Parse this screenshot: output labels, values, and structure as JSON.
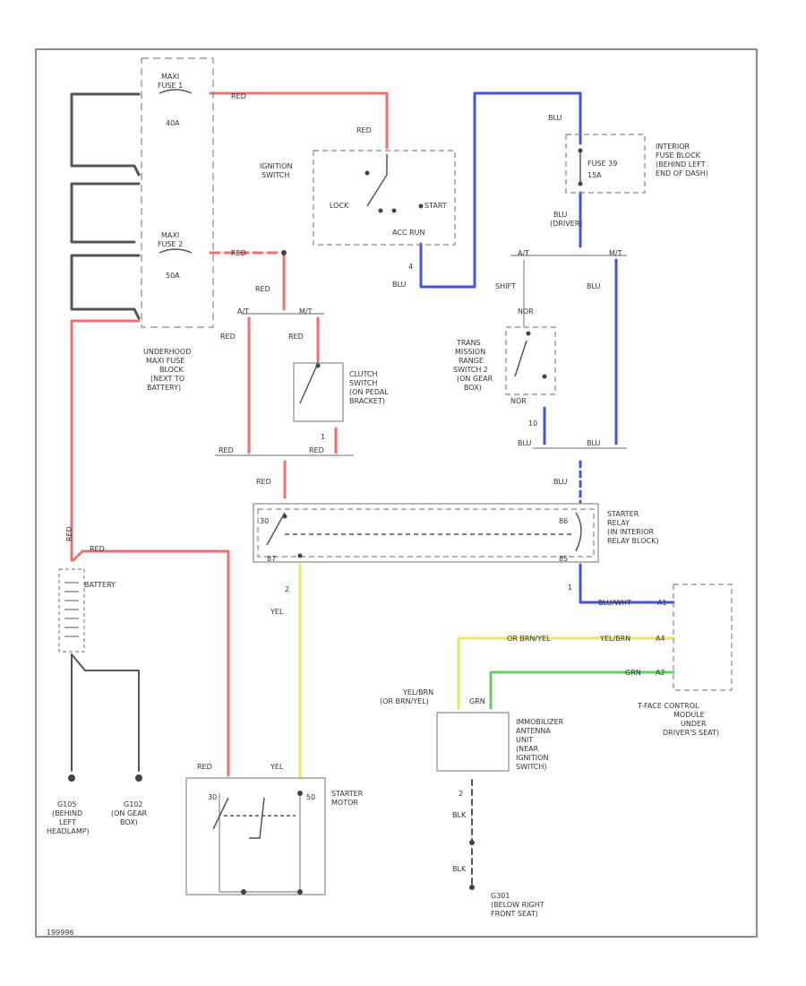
{
  "colors": {
    "red": "#f07070",
    "blue": "#4455dd",
    "yellow": "#e8e860",
    "green": "#66cc66",
    "black": "#555555",
    "box": "#888888"
  },
  "labels": {
    "maxi1": [
      "MAXI",
      "FUSE 1"
    ],
    "maxi1_amp": "40A",
    "maxi2": [
      "MAXI",
      "FUSE 2"
    ],
    "maxi2_amp": "50A",
    "red_top": "RED",
    "red_ign": "RED",
    "ign_switch": [
      "IGNITION",
      "SWITCH"
    ],
    "lock": "LOCK",
    "start": "START",
    "acc_run": "ACC RUN",
    "ign_pin": "4",
    "blu_ign": "BLU",
    "blu_fuse": "BLU",
    "fuse_block": [
      "INTERIOR",
      "FUSE BLOCK",
      "(BEHIND LEFT",
      "END OF DASH)"
    ],
    "fuse39": "FUSE 39",
    "fuse39_amp": "15A",
    "blu_driver": [
      "BLU",
      "(DRIVER)"
    ],
    "at": "A/T",
    "mt_r": "M/T",
    "shift": "SHIFT",
    "blu_right": "BLU",
    "trans_switch": [
      "TRANS",
      "MISSION",
      "RANGE",
      "SWITCH 2",
      "(ON GEAR",
      "BOX)"
    ],
    "nor": "NOR",
    "nor2": "NOR",
    "pin10": "10",
    "blu_b1": "BLU",
    "blu_b2": "BLU",
    "blu_relay": "BLU",
    "red_maxi2": "RED",
    "red_clutch_top": "RED",
    "at_l": "A/T",
    "mt_l": "M/T",
    "red_left": "RED",
    "red_clutch": "RED",
    "clutch_switch": [
      "CLUTCH",
      "SWITCH",
      "(ON PEDAL",
      "BRACKET)"
    ],
    "clutch_pin": "1",
    "red_bl": "RED",
    "red_br": "RED",
    "red_relay": "RED",
    "underhood": [
      "UNDERHOOD",
      "MAXI FUSE",
      "BLOCK",
      "(NEXT TO",
      "BATTERY)"
    ],
    "red_batt": "RED",
    "battery": "BATTERY",
    "relay_30": "30",
    "relay_86": "86",
    "relay_87": "87",
    "relay_85": "85",
    "starter_relay": [
      "STARTER",
      "RELAY",
      "(IN INTERIOR",
      "RELAY BLOCK)"
    ],
    "relay_pin2": "2",
    "yel": "YEL",
    "relay_pin1": "1",
    "blu_wht": "BLU/WHT",
    "a1": "A1",
    "or_brn_yel": "OR BRN/YEL",
    "yel_brn": "YEL/BRN",
    "a4": "A4",
    "grn": "GRN",
    "a2": "A2",
    "tcm": [
      "T-FACE CONTROL",
      "MODULE",
      "UNDER",
      "DRIVER'S SEAT)"
    ],
    "yel_brn2": [
      "YEL/BRN",
      "(OR BRN/YEL)"
    ],
    "grn2": "GRN",
    "immobilizer": [
      "IMMOBILIZER",
      "ANTENNA",
      "UNIT",
      "(NEAR",
      "IGNITION",
      "SWITCH)"
    ],
    "immo_pin": "2",
    "blk1": "BLK",
    "blk2": "BLK",
    "g301": [
      "G301",
      "(BELOW RIGHT",
      "FRONT SEAT)"
    ],
    "g105": [
      "G105",
      "(BEHIND",
      "LEFT",
      "HEADLAMP)"
    ],
    "g102": [
      "G102",
      "(ON GEAR",
      "BOX)"
    ],
    "red_starter": "RED",
    "yel_starter": "YEL",
    "st30": "30",
    "st50": "50",
    "starter_motor": [
      "STARTER",
      "MOTOR"
    ],
    "corner": "199996"
  }
}
